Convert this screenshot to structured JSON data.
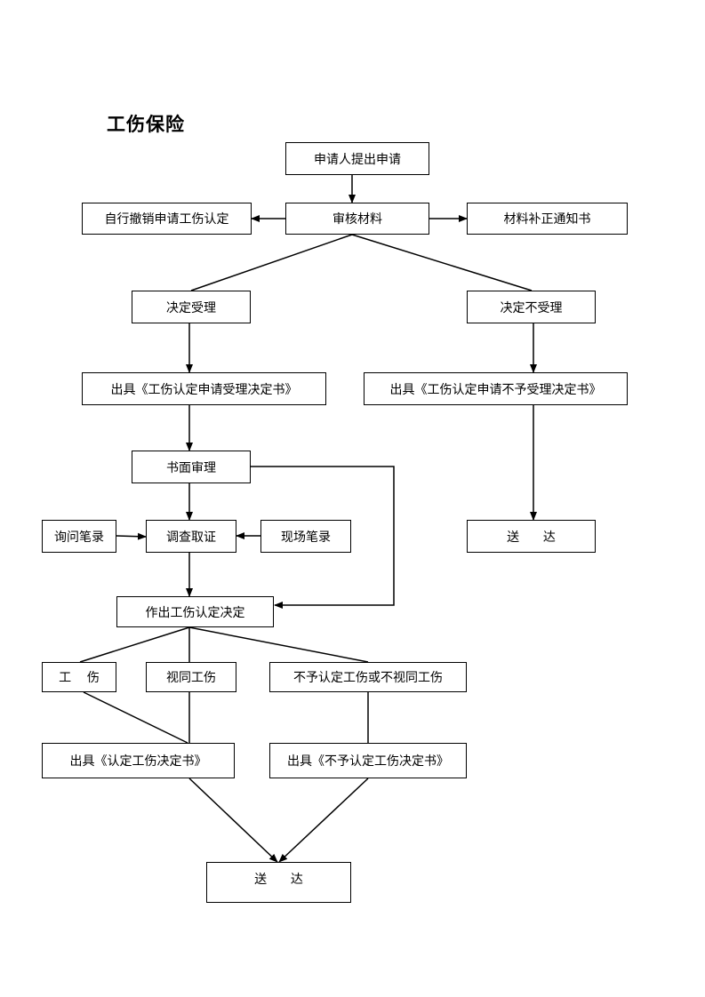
{
  "title": "工伤保险",
  "nodes": {
    "apply": "申请人提出申请",
    "review": "审核材料",
    "withdraw": "自行撤销申请工伤认定",
    "supplement": "材料补正通知书",
    "accept": "决定受理",
    "reject": "决定不受理",
    "accept_notice": "出具《工伤认定申请受理决定书》",
    "reject_notice": "出具《工伤认定申请不予受理决定书》",
    "written_review": "书面审理",
    "inquiry": "询问笔录",
    "investigate": "调查取证",
    "site_record": "现场笔录",
    "deliver_right": "送      达",
    "decision": "作出工伤认定决定",
    "injury": "工    伤",
    "deemed_injury": "视同工伤",
    "not_injury": "不予认定工伤或不视同工伤",
    "injury_notice": "出具《认定工伤决定书》",
    "not_injury_notice": "出具《不予认定工伤决定书》",
    "deliver_final": "送      达"
  }
}
